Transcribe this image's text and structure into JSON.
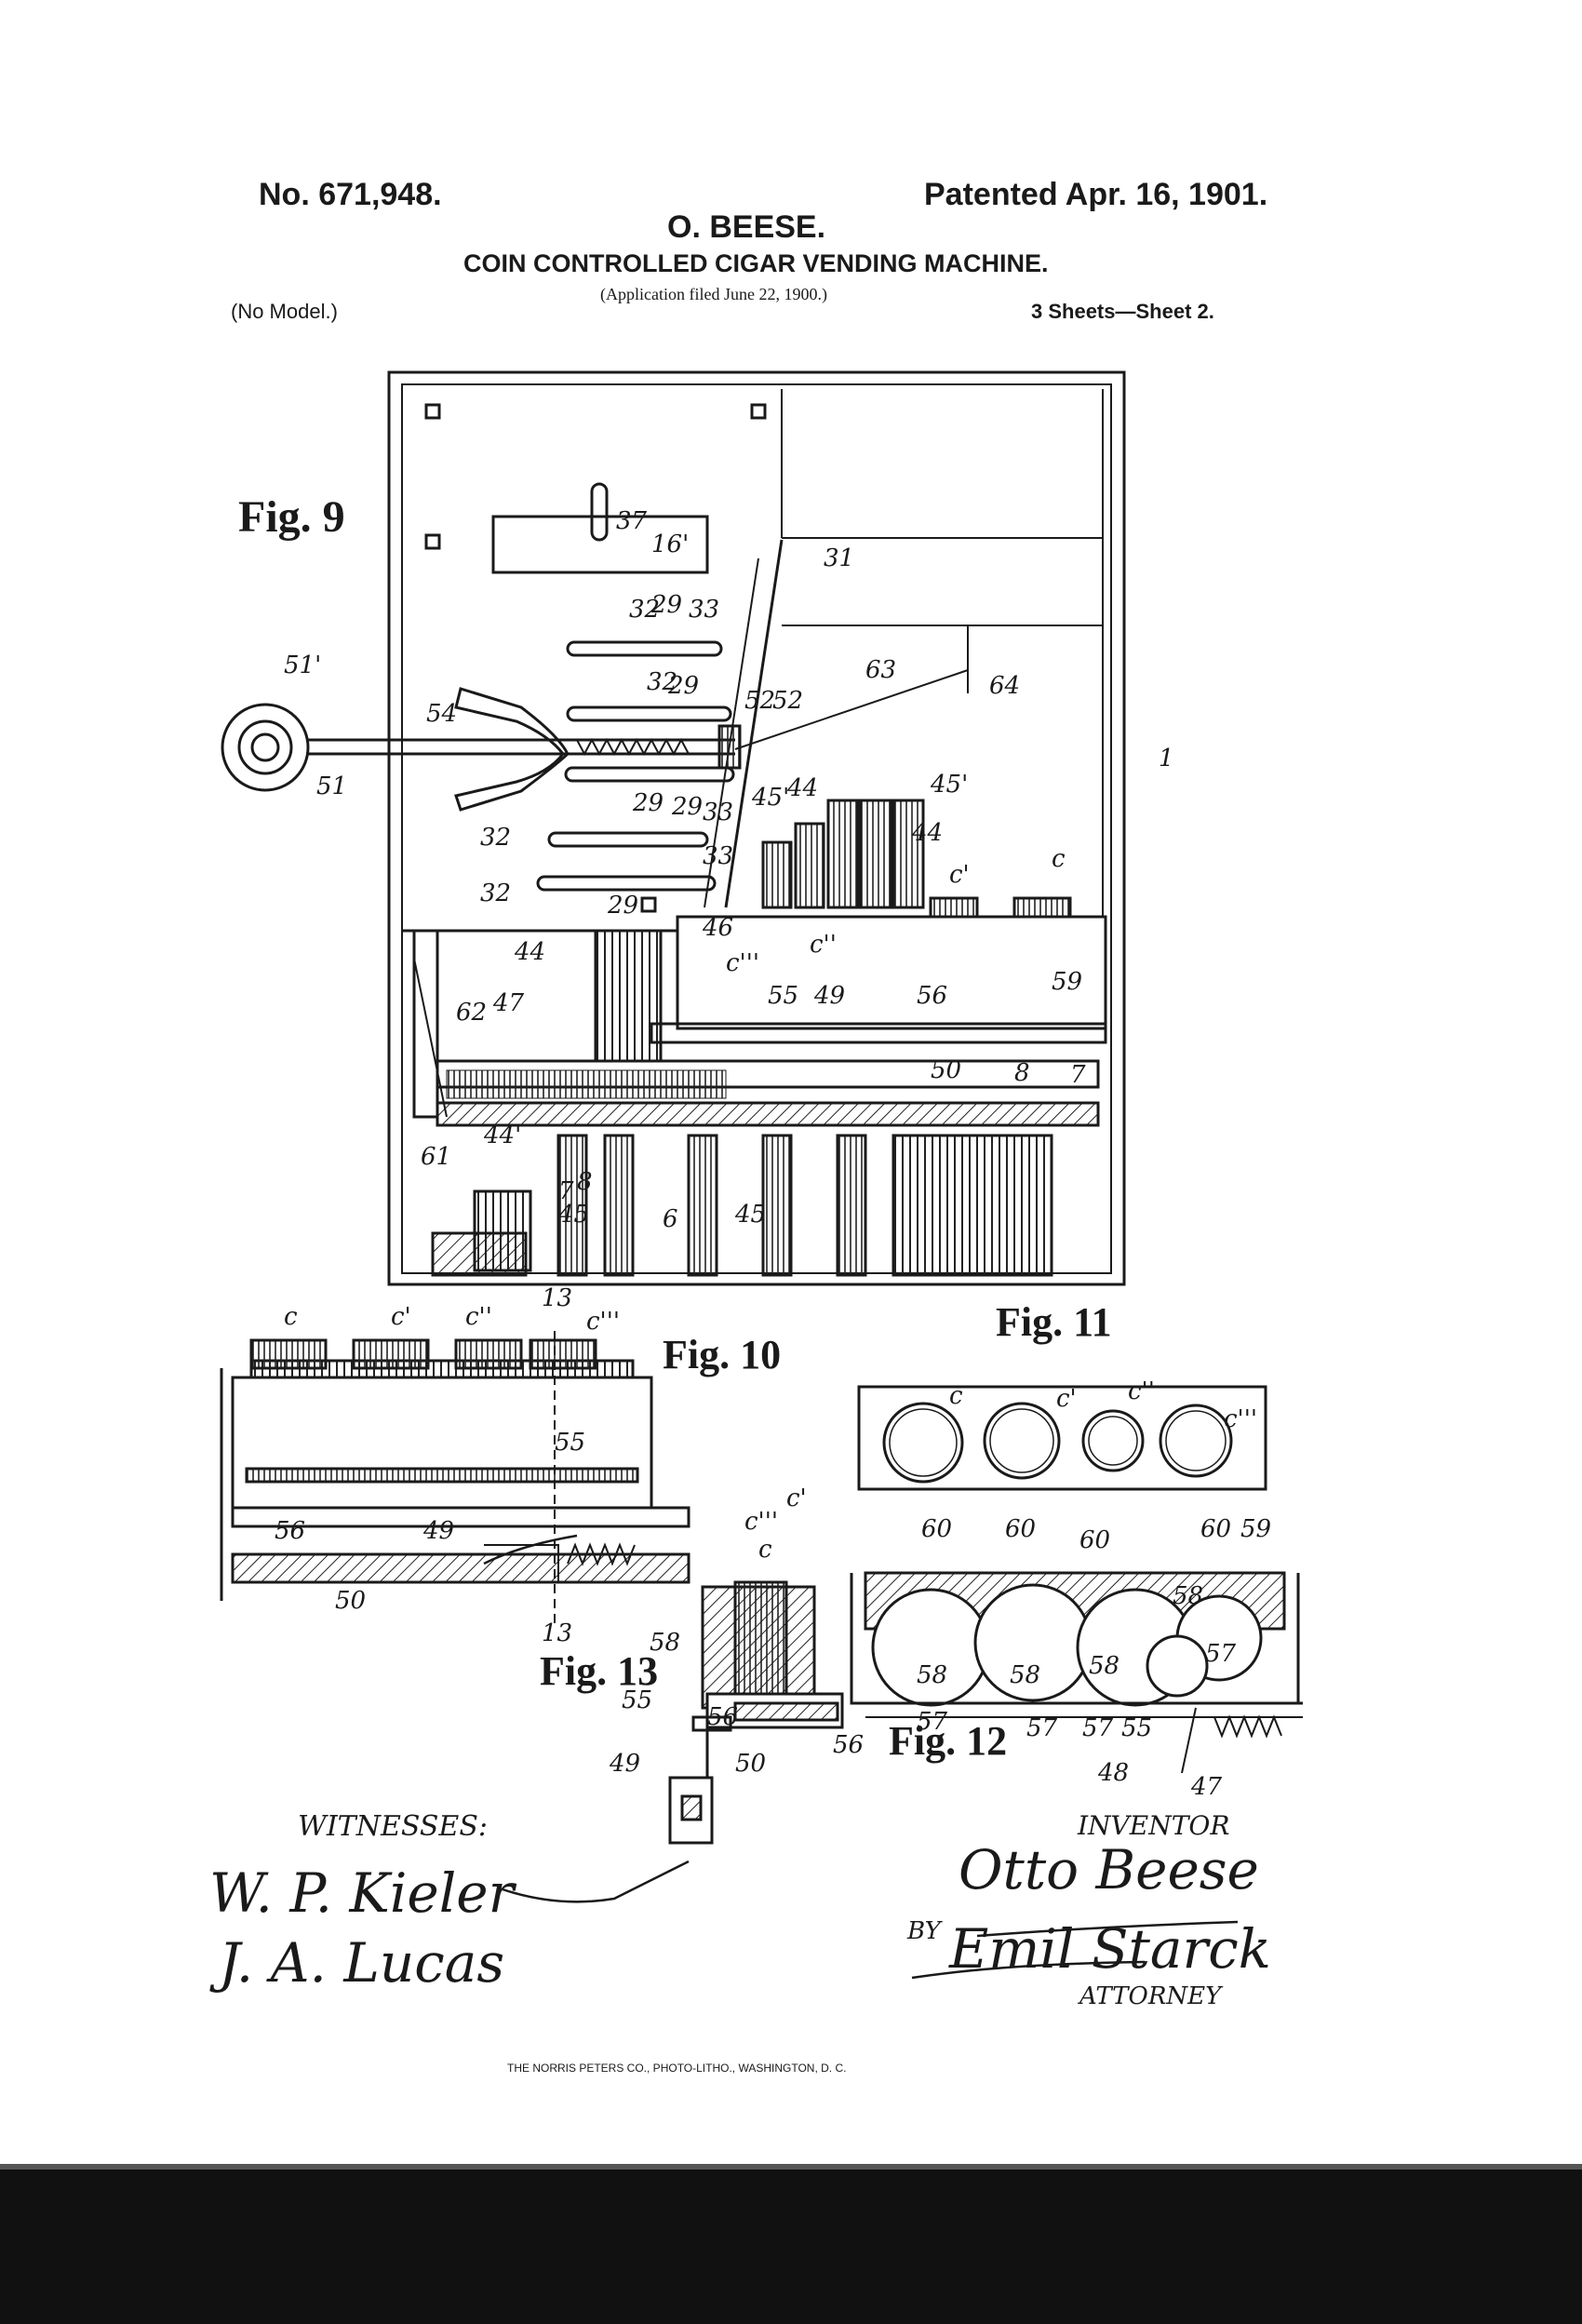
{
  "header": {
    "patent_no": "No. 671,948.",
    "patent_date": "Patented Apr. 16, 1901.",
    "inventor_name": "O. BEESE.",
    "title": "COIN CONTROLLED CIGAR VENDING MACHINE.",
    "application": "(Application filed June 22, 1900.)",
    "model": "(No Model.)",
    "sheets": "3 Sheets—Sheet 2."
  },
  "figures": {
    "fig9": "Fig. 9",
    "fig10": "Fig. 10",
    "fig11": "Fig. 11",
    "fig12": "Fig. 12",
    "fig13": "Fig. 13"
  },
  "fig9_labels": [
    "1",
    "16'",
    "29",
    "29",
    "29",
    "29",
    "29",
    "31",
    "32",
    "32",
    "32",
    "32",
    "33",
    "33",
    "33",
    "37",
    "44",
    "44",
    "44",
    "44'",
    "45",
    "45",
    "45'",
    "45'",
    "46",
    "47",
    "49",
    "50",
    "51",
    "51'",
    "52",
    "52",
    "54",
    "55",
    "56",
    "59",
    "6",
    "61",
    "62",
    "63",
    "64",
    "7",
    "7",
    "8",
    "8",
    "c",
    "c'",
    "c''",
    "c'''"
  ],
  "fig10_labels": [
    "c",
    "c'",
    "c''",
    "c'''",
    "13",
    "13",
    "55",
    "56",
    "49",
    "50"
  ],
  "fig11_labels": [
    "c",
    "c'",
    "c''",
    "c'''"
  ],
  "fig12_labels": [
    "60",
    "60",
    "60",
    "60",
    "59",
    "58",
    "58",
    "58",
    "58",
    "57",
    "57",
    "57",
    "57",
    "55",
    "56",
    "48",
    "47"
  ],
  "fig13_labels": [
    "c",
    "c'",
    "c'''",
    "58",
    "55",
    "56",
    "49",
    "50"
  ],
  "signatures": {
    "witnesses_label": "WITNESSES:",
    "inventor_label": "INVENTOR",
    "by_label": "BY",
    "attorney_label": "ATTORNEY",
    "witness1": "W. P. Kieler",
    "witness2": "J. A. Lucas",
    "inventor_sig": "Otto Beese",
    "attorney_sig": "Emil Starck"
  },
  "footer": {
    "printer": "THE NORRIS PETERS CO., PHOTO-LITHO., WASHINGTON, D. C."
  }
}
